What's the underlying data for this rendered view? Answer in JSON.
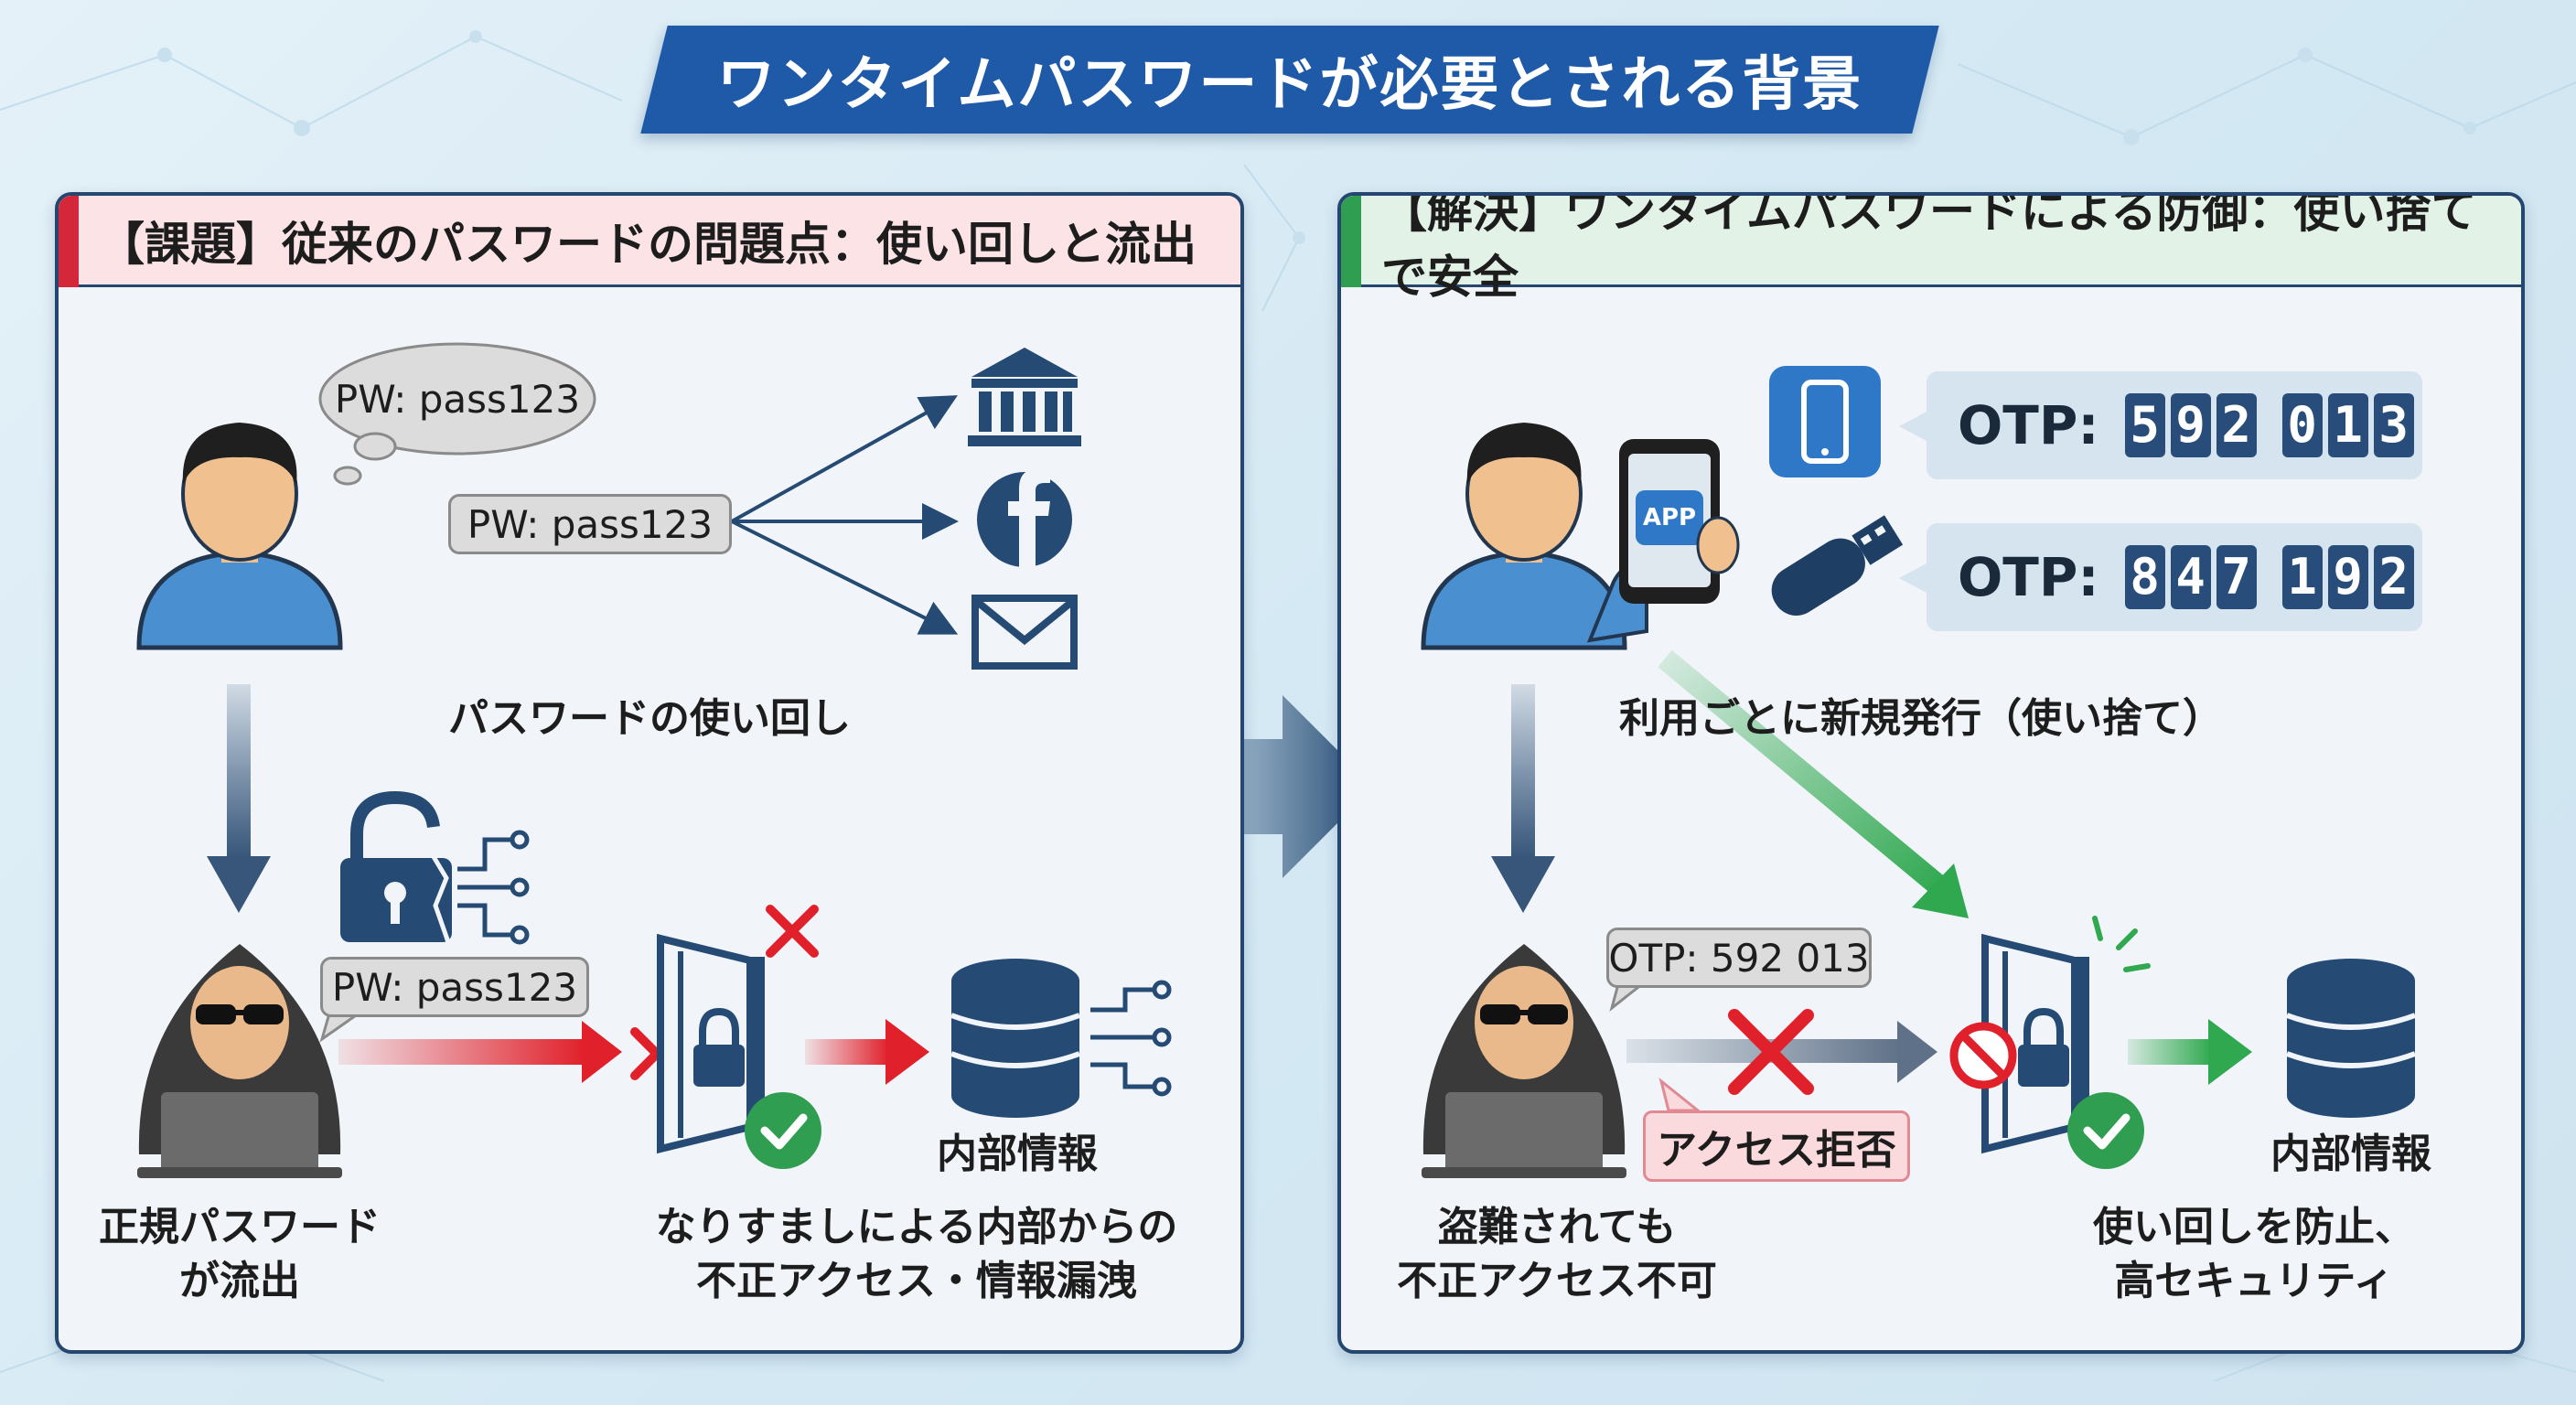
{
  "title": "ワンタイムパスワードが必要とされる背景",
  "left_panel": {
    "header": "【課題】従来のパスワードの問題点：使い回しと流出",
    "thought_bubble": "PW: pass123",
    "password_tag": "PW: pass123",
    "caption_reuse": "パスワードの使い回し",
    "attacker_bubble": "PW: pass123",
    "caption_leak_line1": "正規パスワード",
    "caption_leak_line2": "が流出",
    "caption_internal": "内部情報",
    "caption_result_line1": "なりすましによる内部からの",
    "caption_result_line2": "不正アクセス・情報漏洩"
  },
  "right_panel": {
    "header": "【解決】ワンタイムパスワードによる防御：使い捨てで安全",
    "app_label": "APP",
    "otp_rows": [
      {
        "icon": "smartphone-icon",
        "label": "OTP:",
        "digits_a": [
          "5",
          "9",
          "2"
        ],
        "digits_b": [
          "0",
          "1",
          "3"
        ]
      },
      {
        "icon": "usb-token-icon",
        "label": "OTP:",
        "digits_a": [
          "8",
          "4",
          "7"
        ],
        "digits_b": [
          "1",
          "9",
          "2"
        ]
      }
    ],
    "caption_issue": "利用ごとに新規発行（使い捨て）",
    "attacker_bubble": "OTP: 592 013",
    "access_denied": "アクセス拒否",
    "caption_internal": "内部情報",
    "caption_stolen_line1": "盗難されても",
    "caption_stolen_line2": "不正アクセス不可",
    "caption_secure_line1": "使い回しを防止、",
    "caption_secure_line2": "高セキュリティ"
  },
  "colors": {
    "title_banner": "#1e5aa8",
    "panel_border": "#24466f",
    "problem_accent": "#d4283a",
    "solution_accent": "#2f9e50",
    "icon_navy": "#254a73"
  }
}
